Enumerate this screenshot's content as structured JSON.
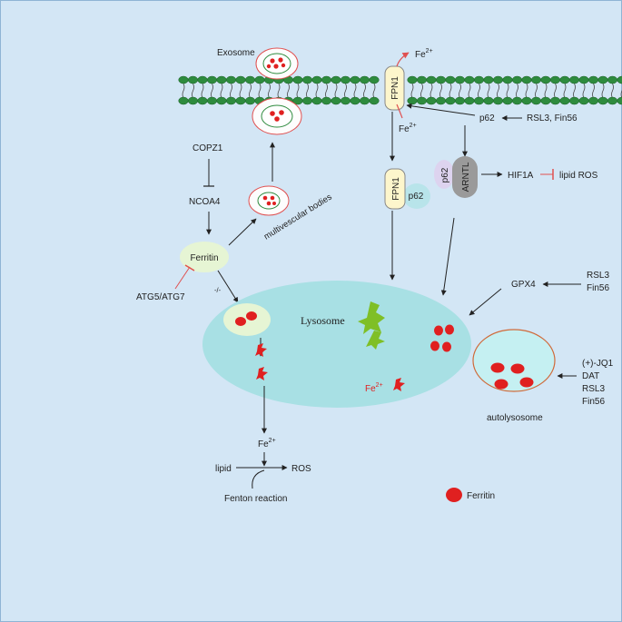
{
  "membrane": {
    "transporter_label": "FPN1"
  },
  "exosome": {
    "label": "Exosome"
  },
  "iron": {
    "efflux_label": "Fe",
    "efflux_sup": "2+",
    "release_label": "Fe",
    "release_sup": "2+",
    "cytosol_label": "Fe",
    "cytosol_sup": "2+",
    "lysosome_label": "Fe",
    "lysosome_sup": "2+"
  },
  "left_pathway": {
    "copz1": "COPZ1",
    "ncoa4": "NCOA4",
    "ferritin": "Ferritin",
    "mvb_label": "multivescular bodies",
    "atg": "ATG5/ATG7",
    "atg_sup": "-/-"
  },
  "center_pathway": {
    "p62_top": "p62",
    "inducers_top": "RSL3, Fin56",
    "fpn1_complex": "FPN1",
    "p62_complex": "p62",
    "p62_arntl": "p62",
    "arntl": "ARNTL",
    "hif1a": "HIF1A",
    "lipid_ros": "lipid ROS"
  },
  "right_pathway": {
    "gpx4": "GPX4",
    "rsl3": "RSL3",
    "fin56": "Fin56",
    "inducers_list": [
      "(+)-JQ1",
      "DAT",
      "RSL3",
      "Fin56"
    ],
    "autolysosome": "autolysosome"
  },
  "lysosome": {
    "label": "Lysosome"
  },
  "fenton": {
    "lipid": "lipid",
    "ros": "ROS",
    "reaction": "Fenton reaction"
  },
  "legend": {
    "ferritin": "Ferritin"
  },
  "colors": {
    "background": "#d3e6f5",
    "membrane_head": "#2e8b3e",
    "lysosome": "#a8e0e4",
    "ferritin_red": "#e02020",
    "fpn1_fill": "#fdf6cc",
    "p62_fill": "#ddd3ef",
    "arntl_fill": "#9a9a9a",
    "inhibit_red": "#e05050"
  }
}
